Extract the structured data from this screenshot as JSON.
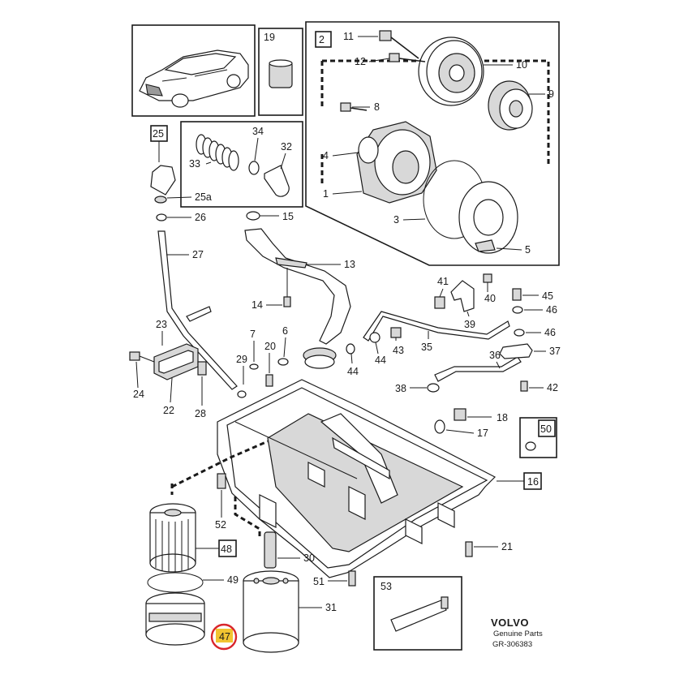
{
  "diagram": {
    "labels": {
      "p1": "1",
      "p2": "2",
      "p3": "3",
      "p4": "4",
      "p5": "5",
      "p6": "6",
      "p7": "7",
      "p8": "8",
      "p9": "9",
      "p10": "10",
      "p11": "11",
      "p12": "12",
      "p13": "13",
      "p14": "14",
      "p15": "15",
      "p16": "16",
      "p17": "17",
      "p18": "18",
      "p19": "19",
      "p20": "20",
      "p21": "21",
      "p22": "22",
      "p23": "23",
      "p24": "24",
      "p25": "25",
      "p25a": "25a",
      "p26": "26",
      "p27": "27",
      "p28": "28",
      "p29": "29",
      "p30": "30",
      "p31": "31",
      "p32": "32",
      "p33": "33",
      "p34": "34",
      "p35": "35",
      "p36": "36",
      "p37": "37",
      "p38": "38",
      "p39": "39",
      "p40": "40",
      "p41": "41",
      "p42": "42",
      "p43": "43",
      "p44a": "44",
      "p44b": "44",
      "p45": "45",
      "p46a": "46",
      "p46b": "46",
      "p47": "47",
      "p48": "48",
      "p49": "49",
      "p50": "50",
      "p51": "51",
      "p52": "52",
      "p53": "53"
    },
    "brand": {
      "name": "VOLVO",
      "tagline": "Genuine Parts",
      "ref": "GR-306383"
    },
    "highlight": {
      "part": "47",
      "ring_color": "#d9262c",
      "fill_color": "#f2c431"
    }
  }
}
